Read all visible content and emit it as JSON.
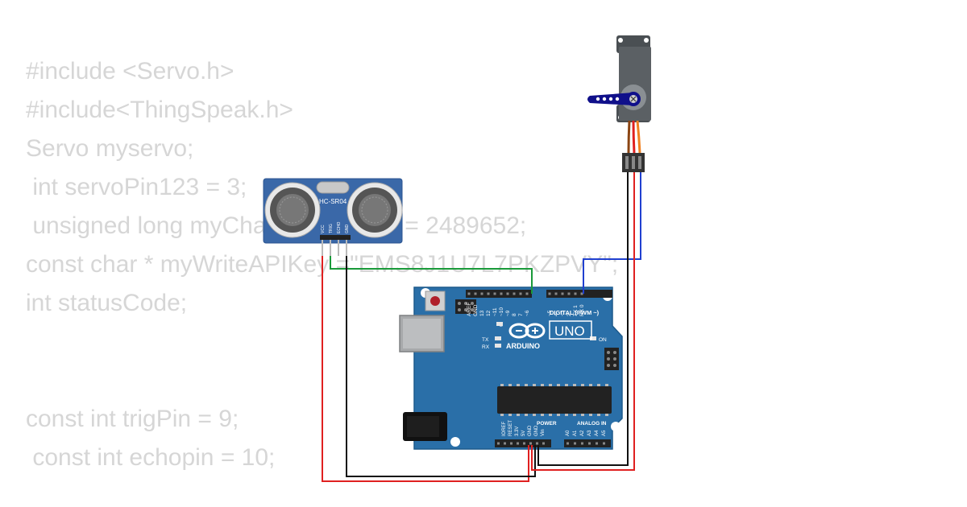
{
  "code": {
    "lines": [
      "#include <Servo.h>",
      "#include<ThingSpeak.h>",
      "Servo myservo;",
      " int servoPin123 = 3;",
      " unsigned long myChannelNumber = 2489652;",
      "const char * myWriteAPIKey =\"EMS8J1U7L7PKZPVY\";",
      "int statusCode;",
      "",
      "",
      "const int trigPin = 9;",
      " const int echopin = 10;"
    ]
  },
  "sensor": {
    "model": "HC-SR04",
    "pins": [
      "VCC",
      "TRIG",
      "ECHO",
      "GND"
    ]
  },
  "arduino": {
    "brand": "ARDUINO",
    "model": "UNO",
    "digital_header": "DIGITAL (PWM ~)",
    "digital_pins": [
      "AREF",
      "GND",
      "13",
      "12",
      "~11",
      "~10",
      "~9",
      "8",
      "7",
      "~6",
      "~5",
      "4",
      "~3",
      "2",
      "TX 1",
      "RX 0"
    ],
    "power_header": "POWER",
    "power_pins": [
      "IOREF",
      "RESET",
      "3.3V",
      "5V",
      "GND",
      "GND",
      "Vin"
    ],
    "analog_header": "ANALOG IN",
    "analog_pins": [
      "A0",
      "A1",
      "A2",
      "A3",
      "A4",
      "A5"
    ],
    "led_l": "L",
    "led_tx": "TX",
    "led_rx": "RX",
    "led_on": "ON"
  },
  "colors": {
    "board": "#2a6fa8",
    "wire_red": "#e02020",
    "wire_black": "#111111",
    "wire_green": "#1a9a3a",
    "wire_blue": "#2040d0",
    "servo_body": "#555a5e",
    "servo_horn": "#10108a",
    "code_text": "#d6d6d6"
  }
}
